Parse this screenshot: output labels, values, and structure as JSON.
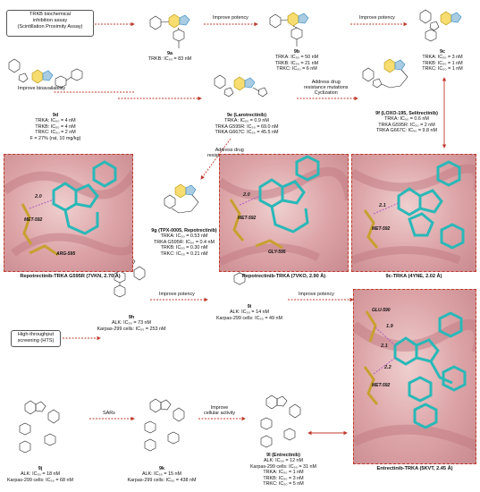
{
  "boxes": {
    "trkb_assay": "TRKB biochemical\ninhibition assay\n(Scintillation Proximity Assay)",
    "hts": "High-throughput\nscreening (HTS)"
  },
  "steps": {
    "improve_potency_1": "Improve potency",
    "improve_potency_2": "Improve potency",
    "improve_bioavailability": "Improve bioavailability",
    "address_mutations_1": "Address drug\nresistance mutations\nCyclization",
    "address_mutations_2": "Address drug\nresistance mutations",
    "improve_potency_3": "Improve potency",
    "improve_potency_4": "Improve potency",
    "sars": "SARs",
    "improve_cellular": "Improve\ncellular activity"
  },
  "compounds": {
    "c9a": {
      "label": "9a",
      "data": "TRKB: IC₅₀ = 83 nM"
    },
    "c9b": {
      "label": "9b",
      "data": "TRKA: IC₅₀ = 50 nM\nTRKB: IC₅₀ = 21 nM\nTRKC: IC₅₀ = 6 nM"
    },
    "c9c": {
      "label": "9c",
      "data": "TRKA: IC₅₀ = 3 nM\nTRKB: IC₅₀ = 1 nM\nTRKC: IC₅₀ = 1 nM"
    },
    "c9d": {
      "label": "9d",
      "data": "TRKA: IC₅₀ = 4 nM\nTRKB: IC₅₀ = 4 nM\nTRKC: IC₅₀ = 2 nM\nF = 27% (rat, 10 mg/kg)"
    },
    "c9e": {
      "label": "9e (Larotrectinib)",
      "data": "TRKA: IC₅₀ = 0.9 nM\nTRKA G595R: IC₅₀ = 69.0 nM\nTRKA G667C: IC₅₀ = 45.5 nM"
    },
    "c9f": {
      "label": "9f (LOXO-195, Selitrectinib)",
      "data": "TRKA: IC₅₀ = 0.6 nM\nTRKA G595R: IC₅₀ = 2 nM\nTRKA G667C: IC₅₀ = 9.8 nM"
    },
    "c9g": {
      "label": "9g (TPX-0005, Repotrectinib)",
      "data": "TRKA: IC₅₀ = 0.53 nM\nTRKA G595R: IC₅₀ = 0.4 nM\nTRKB: IC₅₀ = 0.30 nM\nTRKC: IC₅₀ = 0.21 nM"
    },
    "c9h": {
      "label": "9h",
      "data": "ALK: IC₅₀ = 73 nM\nKarpas-299 cells: IC₅₀ = 253 nM"
    },
    "c9i": {
      "label": "9i",
      "data": "ALK: IC₅₀ = 14 nM\nKarpas-299 cells: IC₅₀ = 49 nM"
    },
    "c9j": {
      "label": "9j",
      "data": "ALK: IC₅₀ = 18 nM\nKarpas-299 cells: IC₅₀ = 68 nM"
    },
    "c9k": {
      "label": "9k",
      "data": "ALK: IC₅₀ = 15 nM\nKarpas-299 cells: IC₅₀ = 438 nM"
    },
    "c9l": {
      "label": "9l (Entrectinib)",
      "data": "ALK: IC₅₀ = 12 nM\nKarpas-299 cells: IC₅₀ = 31 nM\nTRKA: IC₅₀ = 1 nM\nTRKB: IC₅₀ = 3 nM\nTRKC: IC₅₀ = 5 nM"
    }
  },
  "panels": {
    "p1": {
      "caption": "Repotrectinib-TRKA G595R (7VKN, 2.70 Å)",
      "res1": "MET-592",
      "res2": "ARG-595",
      "dist": "2.0"
    },
    "p2": {
      "caption": "Repotrectinib-TRKA (7VKO, 2.90 Å)",
      "res1": "MET-592",
      "res2": "GLY-595",
      "dist": "2.0"
    },
    "p3": {
      "caption": "9c-TRKA (4YNE, 2.02 Å)",
      "res1": "MET-592",
      "dist": "2.1"
    },
    "p4": {
      "caption": "Entrectinib-TRKA (5KVT, 2.45 Å)",
      "res1": "GLU-590",
      "res2": "MET-592",
      "d1": "1.9",
      "d2": "2.1",
      "d3": "2.2"
    }
  },
  "colors": {
    "arrow": "#c0392b",
    "ligand": "#2ab8b8",
    "residue": "#c8a030",
    "protein": "#d49aa0"
  }
}
